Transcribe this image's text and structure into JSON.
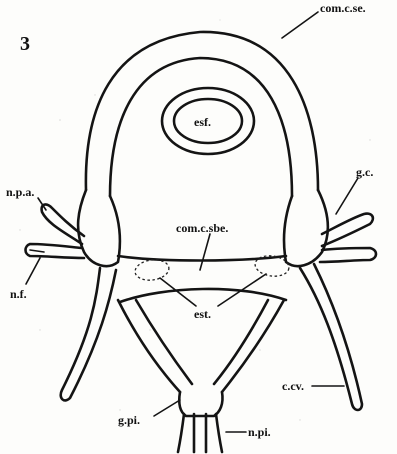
{
  "figure": {
    "number": "3",
    "labels": {
      "com_c_se": "com.c.se.",
      "esf": "esf.",
      "n_p_a": "n.p.a.",
      "g_c": "g.c.",
      "com_c_sbe": "com.c.sbe.",
      "n_f": "n.f.",
      "est": "est.",
      "c_cv": "c.cv.",
      "g_pi": "g.pi.",
      "n_pi": "n.pi."
    }
  }
}
